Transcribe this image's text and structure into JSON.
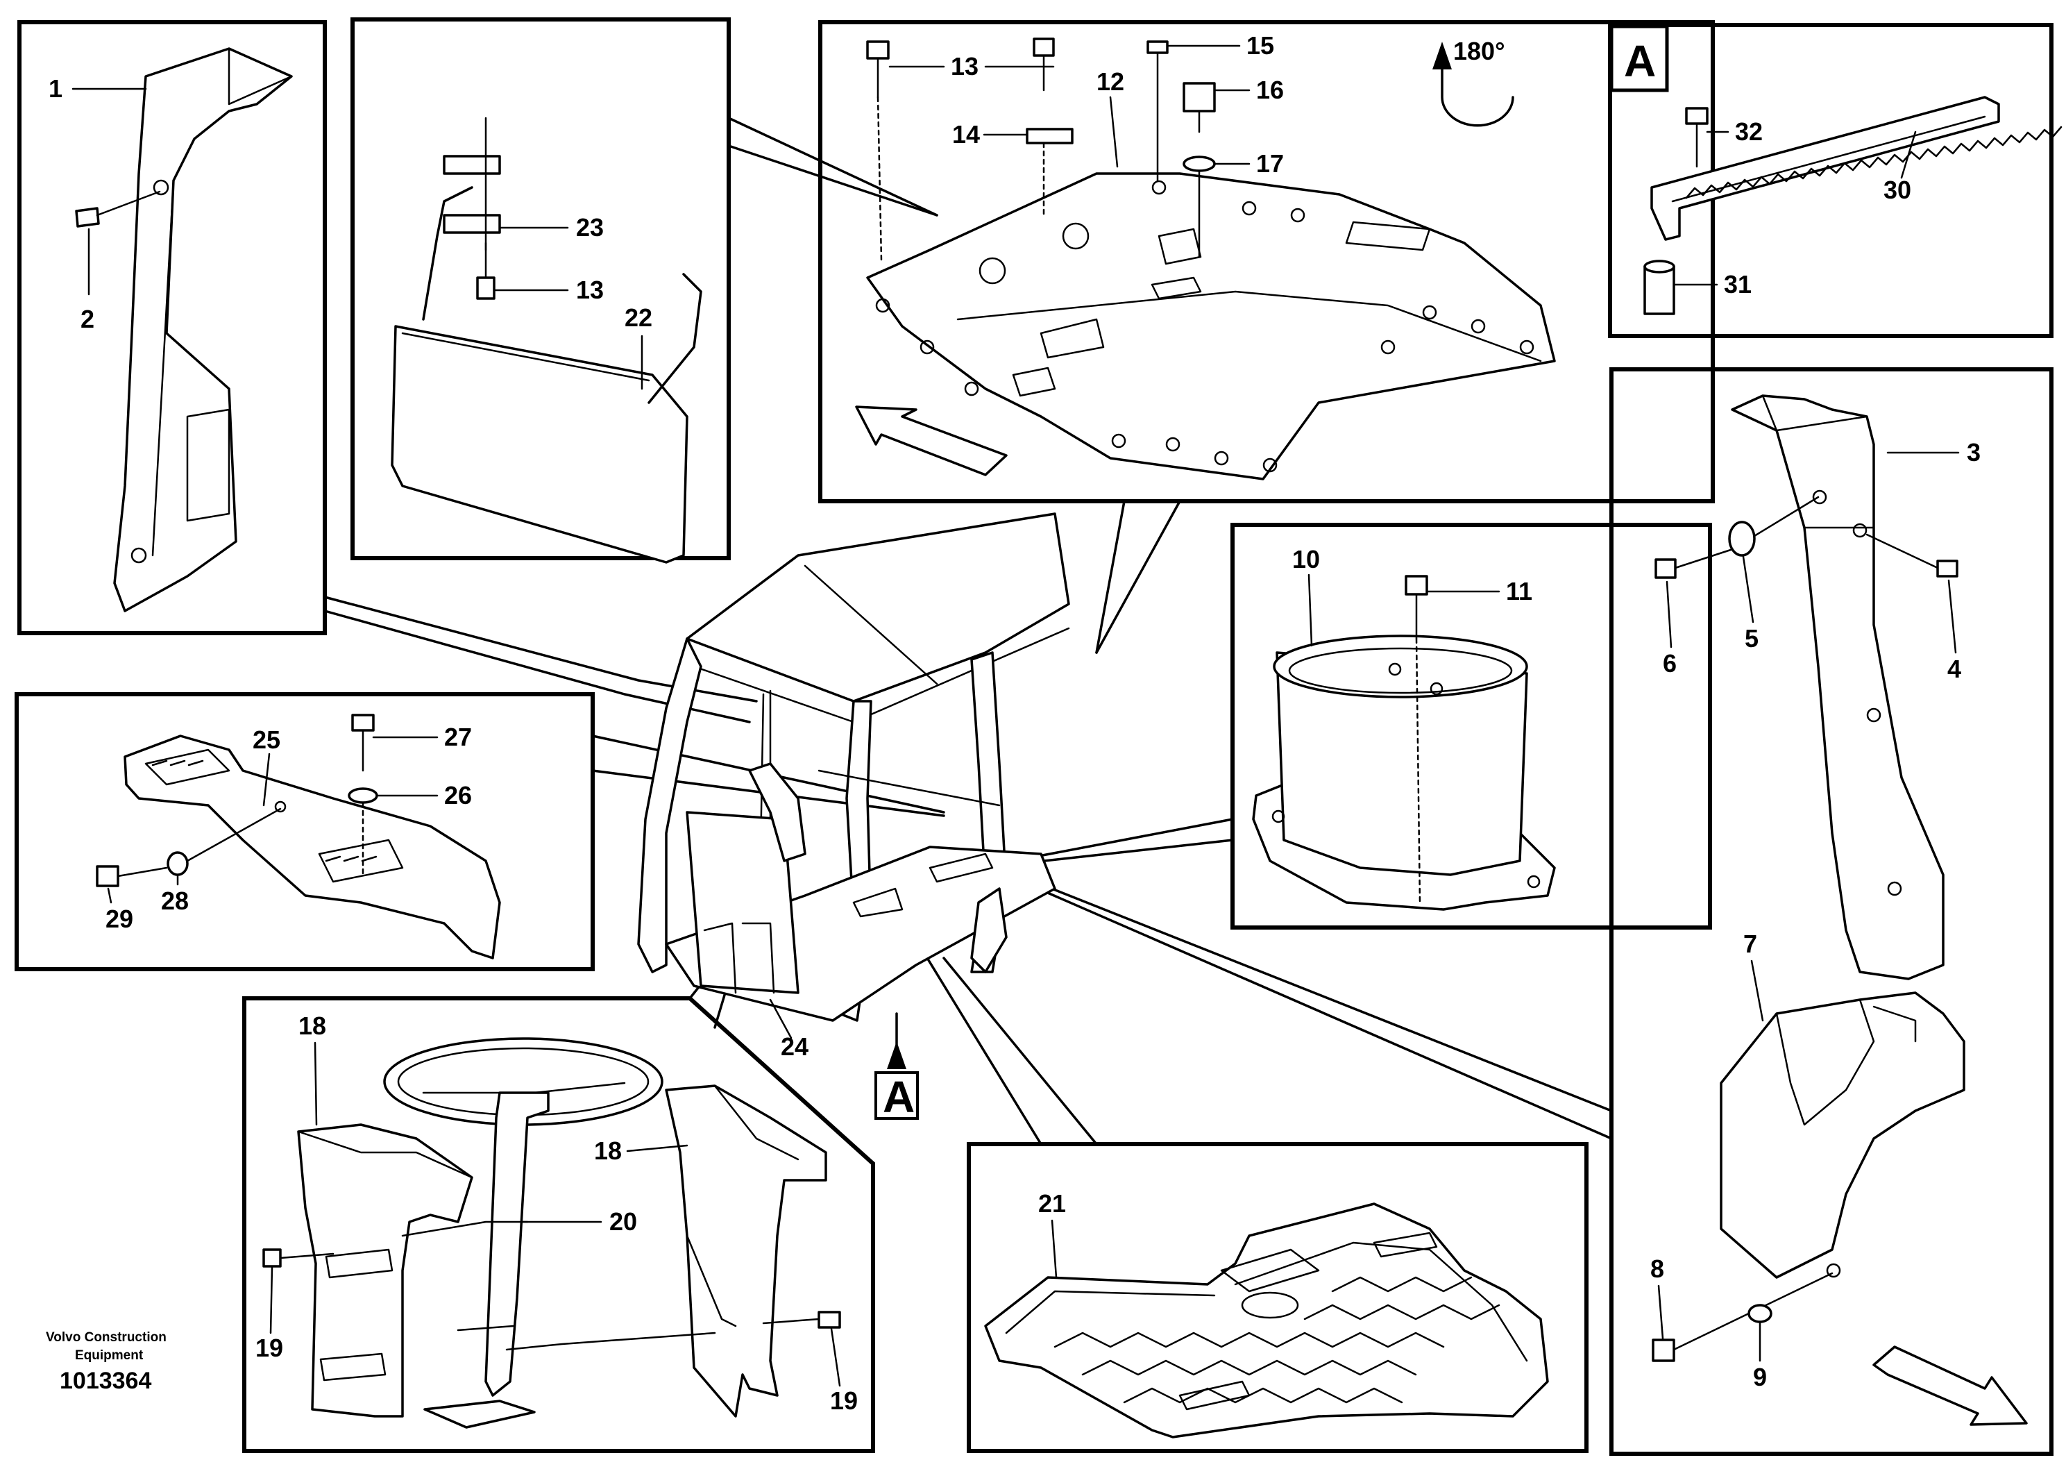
{
  "labels": {
    "l1": "1",
    "l2": "2",
    "l3": "3",
    "l4": "4",
    "l5": "5",
    "l6": "6",
    "l7": "7",
    "l8": "8",
    "l9": "9",
    "l10": "10",
    "l11": "11",
    "l12": "12",
    "l13a": "13",
    "l13b": "13",
    "l14": "14",
    "l15": "15",
    "l16": "16",
    "l17": "17",
    "l18a": "18",
    "l18b": "18",
    "l19a": "19",
    "l19b": "19",
    "l20": "20",
    "l21": "21",
    "l22": "22",
    "l23": "23",
    "l24": "24",
    "l25": "25",
    "l26": "26",
    "l27": "27",
    "l28": "28",
    "l29": "29",
    "l30": "30",
    "l31": "31",
    "l32": "32"
  },
  "rotation_label": "180°",
  "detail_marker": "A",
  "credit": {
    "line1": "Volvo Construction",
    "line2": "Equipment",
    "drawing_number": "1013364"
  }
}
